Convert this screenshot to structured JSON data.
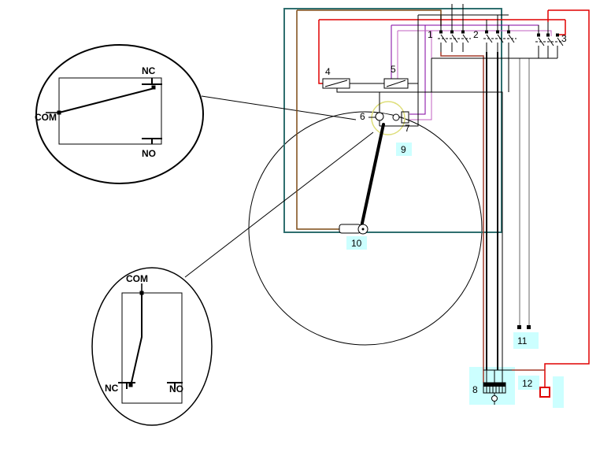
{
  "diagram": {
    "component_labels": {
      "1": "1",
      "2": "2",
      "3": "3",
      "4": "4",
      "5": "5",
      "6": "6",
      "7": "7",
      "8": "8",
      "9": "9",
      "10": "10",
      "11": "11",
      "12": "12"
    },
    "inset_top": {
      "nc": "NC",
      "com": "COM",
      "no": "NO"
    },
    "inset_bottom": {
      "com": "COM",
      "nc": "NC",
      "no": "NO"
    },
    "colors": {
      "frame_teal": "#2f6f6f",
      "wire_brown": "#7d4a15",
      "wire_red": "#e00000",
      "wire_dark_red": "#a33a2a",
      "wire_purple": "#8000a0",
      "wire_magenta": "#c060c0",
      "wire_gray": "#9a9a9a",
      "wire_black": "#000000",
      "highlight_cyan": "#ccffff",
      "ring_yellow": "#dede7a"
    }
  }
}
